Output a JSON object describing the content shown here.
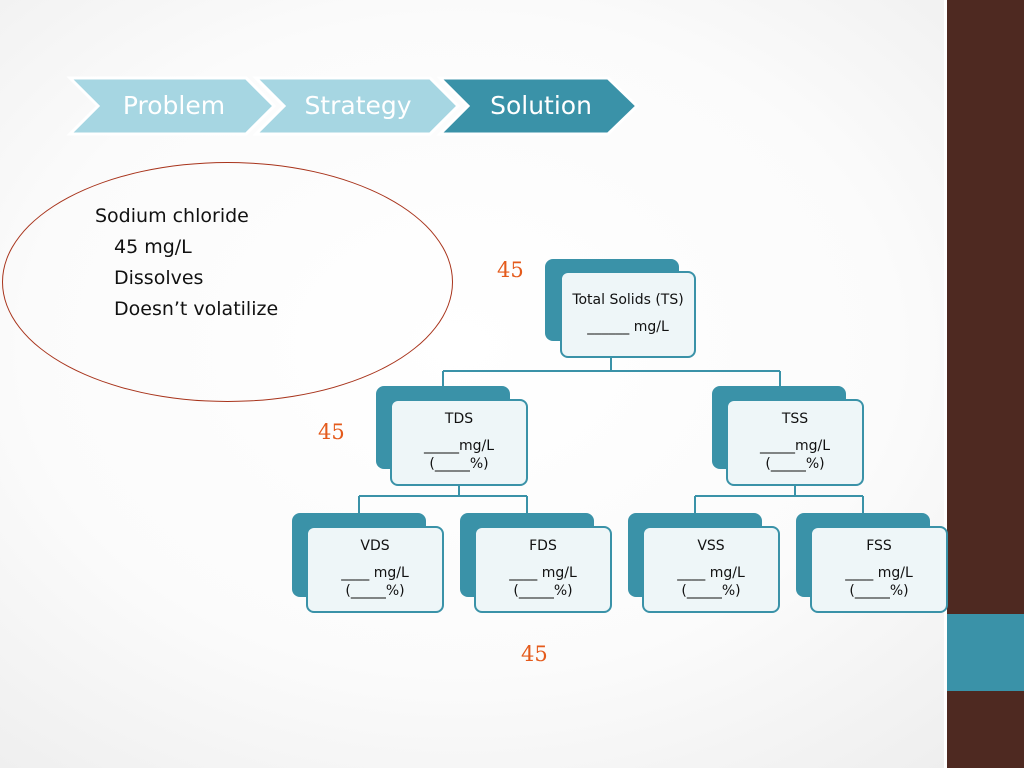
{
  "steps": [
    {
      "label": "Problem",
      "fill": "#a6d6e2"
    },
    {
      "label": "Strategy",
      "fill": "#a6d6e2"
    },
    {
      "label": "Solution",
      "fill": "#3a92a8"
    }
  ],
  "note": {
    "title": "Sodium chloride",
    "lines": [
      "45 mg/L",
      "Dissolves",
      "Doesn’t volatilize"
    ]
  },
  "values": {
    "ts": "45",
    "tds": "45",
    "vds": "45"
  },
  "nodes": {
    "ts": {
      "title": "Total Solids (TS)",
      "line1": "______ mg/L"
    },
    "tds": {
      "title": "TDS",
      "line1": "_____mg/L",
      "line2": "(_____%)"
    },
    "tss": {
      "title": "TSS",
      "line1": "_____mg/L",
      "line2": "(_____%)"
    },
    "vds": {
      "title": "VDS",
      "line1": "____ mg/L",
      "line2": "(_____%)"
    },
    "fds": {
      "title": "FDS",
      "line1": "____ mg/L",
      "line2": "(_____%)"
    },
    "vss": {
      "title": "VSS",
      "line1": "____ mg/L",
      "line2": "(_____%)"
    },
    "fss": {
      "title": "FSS",
      "line1": "____ mg/L",
      "line2": "(_____%)"
    }
  },
  "colors": {
    "accent": "#3a92a8",
    "brown": "#4e2921",
    "highlight": "#e45a1b",
    "ellipse": "#a8341c"
  }
}
